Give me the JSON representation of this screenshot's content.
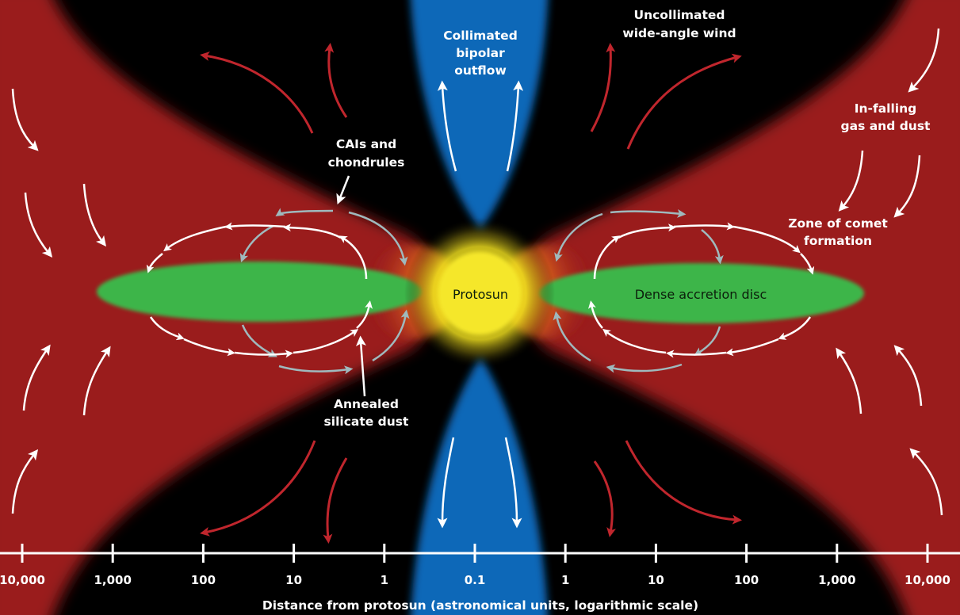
{
  "labels": {
    "collimated": [
      "Collimated",
      "bipolar",
      "outflow"
    ],
    "uncollimated": [
      "Uncollimated",
      "wide-angle wind"
    ],
    "infalling": [
      "In-falling",
      "gas and dust"
    ],
    "comet": [
      "Zone of comet",
      "formation"
    ],
    "cais": [
      "CAIs and",
      "chondrules"
    ],
    "annealed": [
      "Annealed",
      "silicate dust"
    ],
    "protosun": "Protosun",
    "disc": "Dense accretion disc"
  },
  "axis": {
    "ticks": [
      "10,000",
      "1,000",
      "100",
      "10",
      "1",
      "0.1",
      "1",
      "10",
      "100",
      "1,000",
      "10,000"
    ],
    "title": "Distance from protosun (astronomical units, logarithmic scale)"
  },
  "colors": {
    "envelope": "#9a1a1f",
    "outflow": "#1068b8",
    "disc": "#3db54a",
    "protosun": "#f5e72a",
    "background": "#000000",
    "wind_arrow": "#c0262d",
    "loop_grey": "#9fb9bd",
    "white": "#ffffff"
  }
}
